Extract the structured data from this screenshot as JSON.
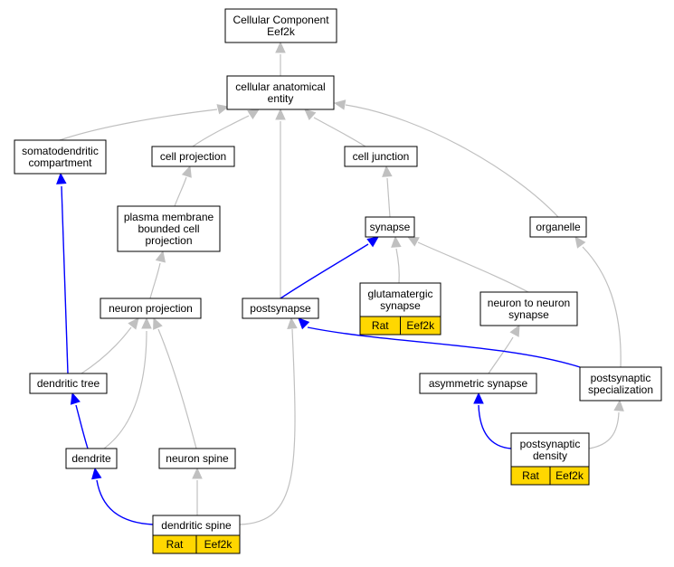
{
  "nodes": {
    "cellular_component": {
      "lines": [
        "Cellular Component",
        "Eef2k"
      ]
    },
    "cellular_anatomical_entity": {
      "lines": [
        "cellular anatomical",
        "entity"
      ]
    },
    "somatodendritic_compartment": {
      "lines": [
        "somatodendritic",
        "compartment"
      ]
    },
    "cell_projection": {
      "lines": [
        "cell projection"
      ]
    },
    "cell_junction": {
      "lines": [
        "cell junction"
      ]
    },
    "plasma_membrane_bounded_cell_projection": {
      "lines": [
        "plasma membrane",
        "bounded cell",
        "projection"
      ]
    },
    "synapse": {
      "lines": [
        "synapse"
      ]
    },
    "organelle": {
      "lines": [
        "organelle"
      ]
    },
    "glutamatergic_synapse": {
      "lines": [
        "glutamatergic",
        "synapse"
      ],
      "tags": [
        "Rat",
        "Eef2k"
      ]
    },
    "neuron_projection": {
      "lines": [
        "neuron projection"
      ]
    },
    "postsynapse": {
      "lines": [
        "postsynapse"
      ]
    },
    "neuron_to_neuron_synapse": {
      "lines": [
        "neuron to neuron",
        "synapse"
      ]
    },
    "dendritic_tree": {
      "lines": [
        "dendritic tree"
      ]
    },
    "asymmetric_synapse": {
      "lines": [
        "asymmetric synapse"
      ]
    },
    "postsynaptic_specialization": {
      "lines": [
        "postsynaptic",
        "specialization"
      ]
    },
    "dendrite": {
      "lines": [
        "dendrite"
      ]
    },
    "neuron_spine": {
      "lines": [
        "neuron spine"
      ]
    },
    "postsynaptic_density": {
      "lines": [
        "postsynaptic",
        "density"
      ],
      "tags": [
        "Rat",
        "Eef2k"
      ]
    },
    "dendritic_spine": {
      "lines": [
        "dendritic spine"
      ],
      "tags": [
        "Rat",
        "Eef2k"
      ]
    }
  },
  "colors": {
    "is_a_edge": "#c0c0c0",
    "part_of_edge": "#0000ff",
    "annotation_tag": "#ffd700"
  }
}
